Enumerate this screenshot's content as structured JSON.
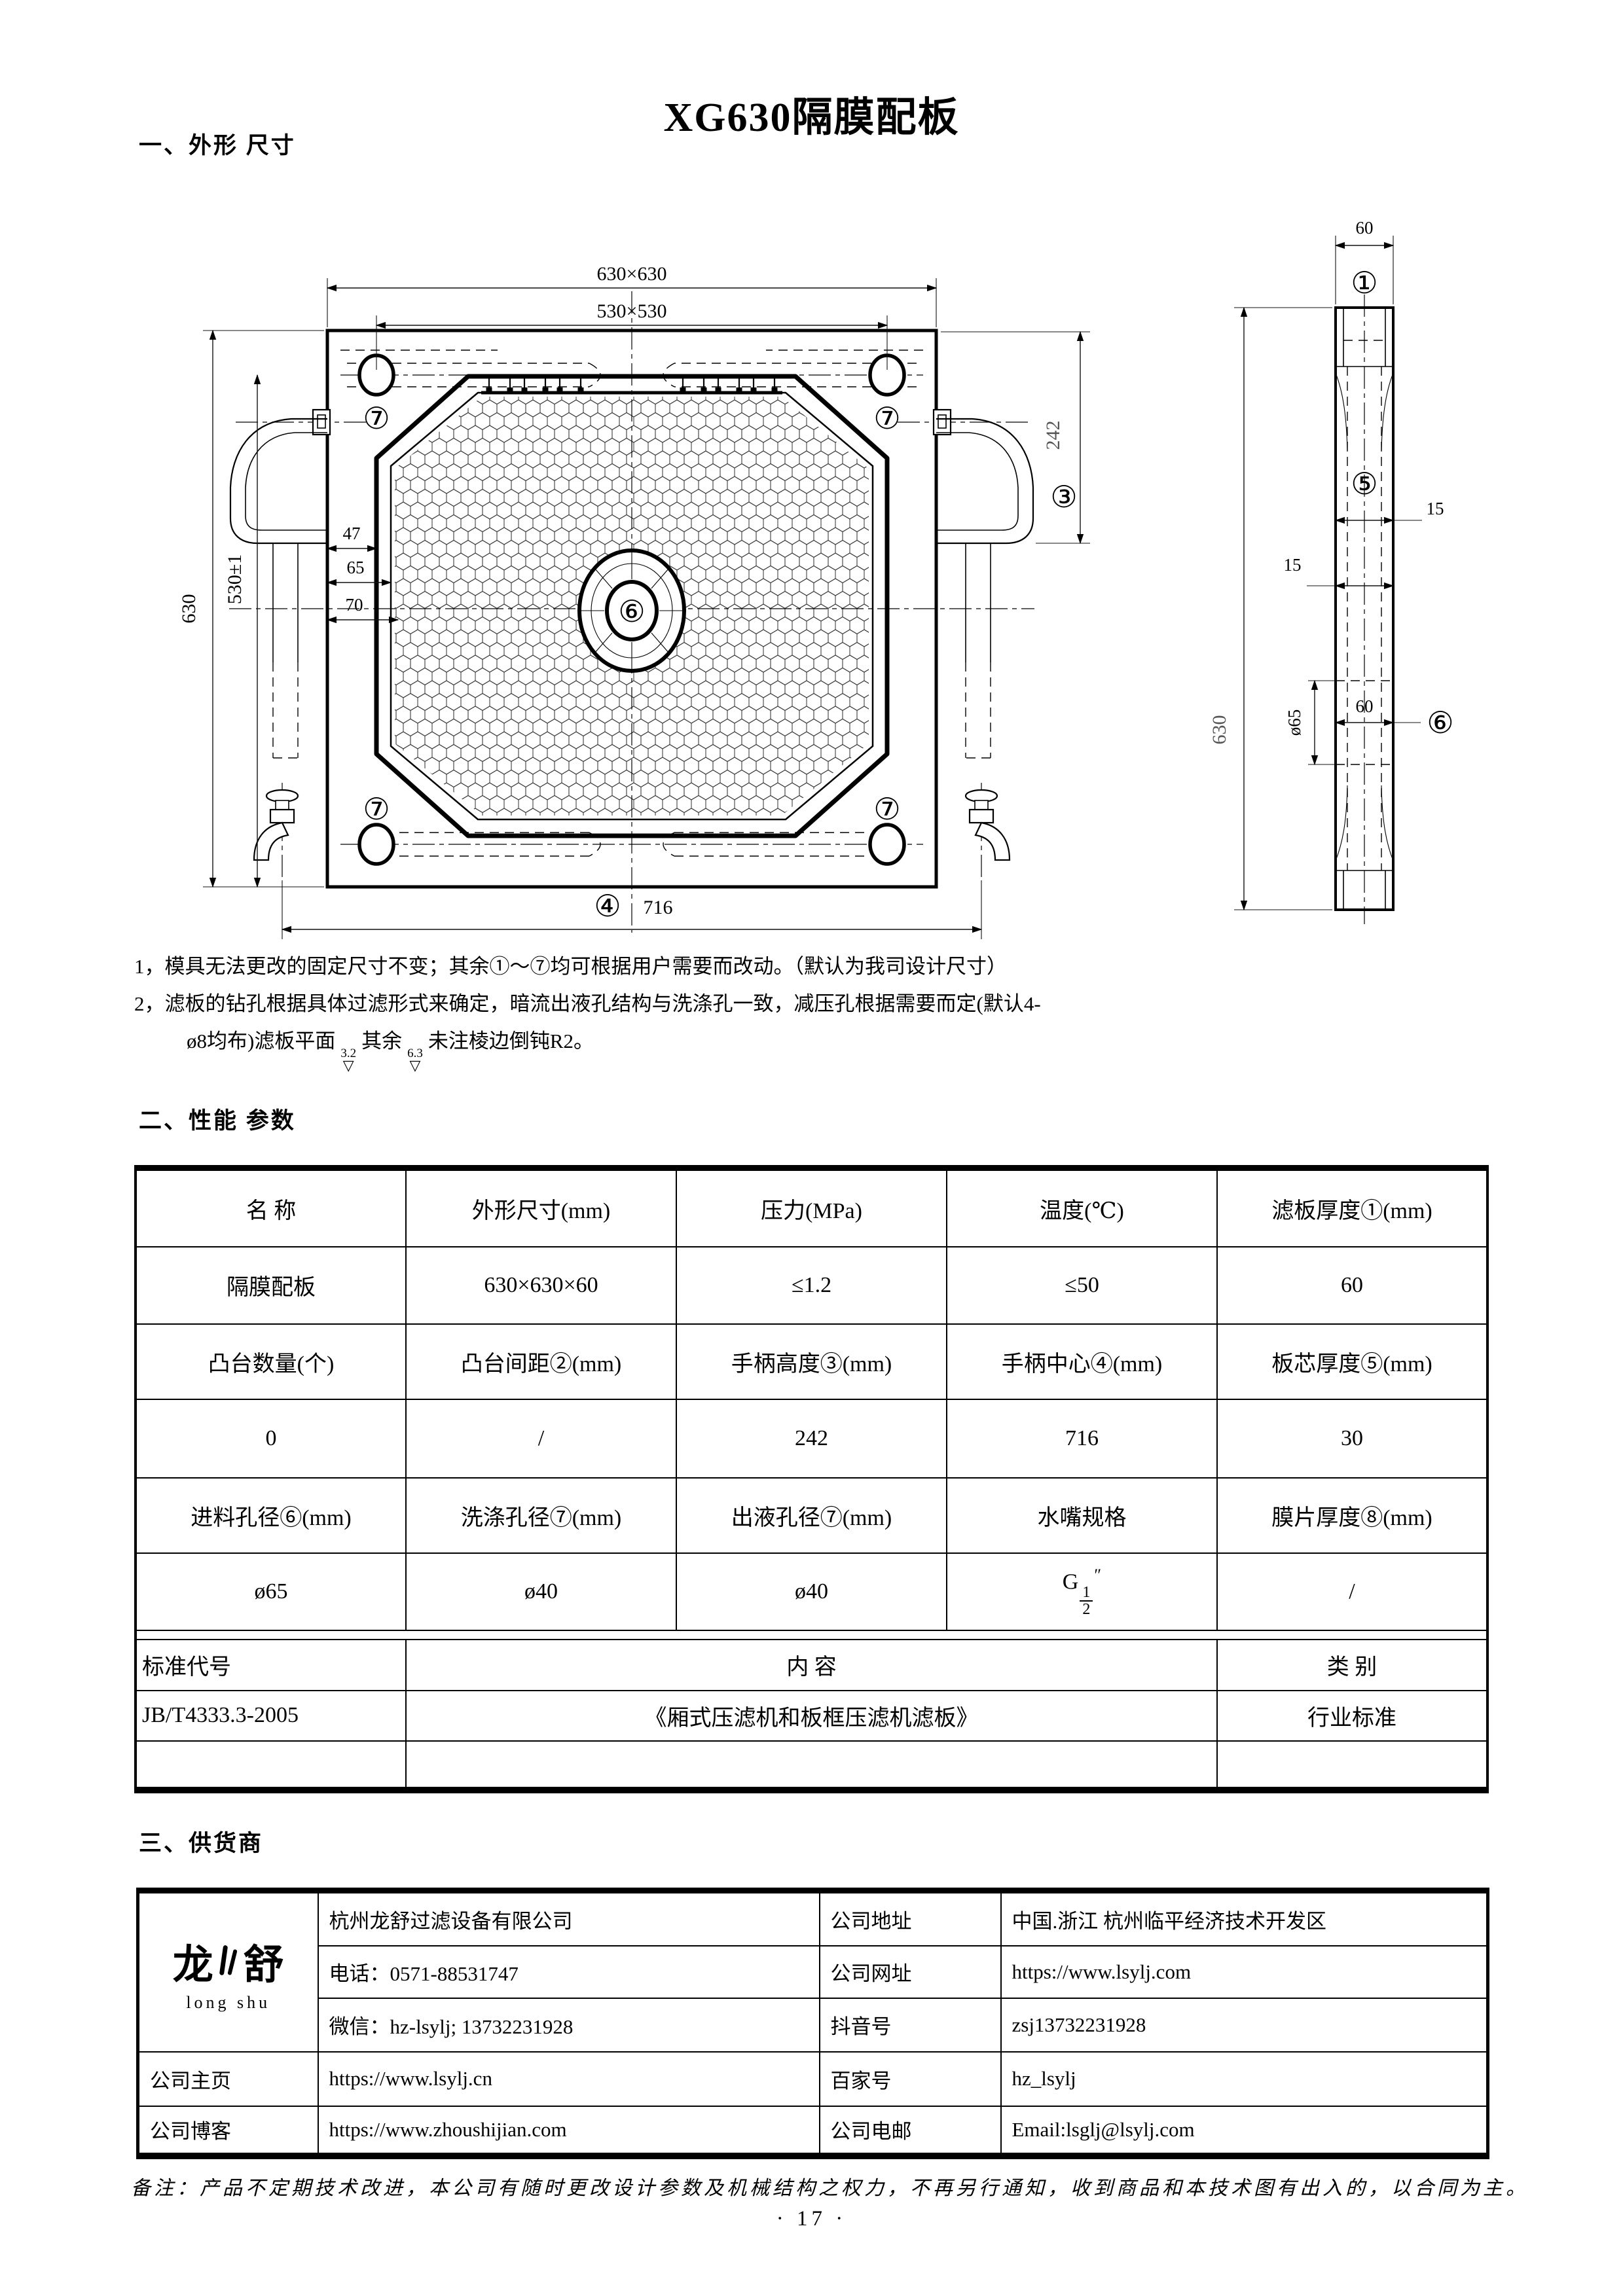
{
  "page": {
    "title": "XG630隔膜配板",
    "page_number": "· 17 ·",
    "footnote": "备注：产品不定期技术改进，本公司有随时更改设计参数及机械结构之权力，不再另行通知，收到商品和本技术图有出入的，以合同为主。"
  },
  "sections": {
    "s1": "一、外形 尺寸",
    "s2": "二、性能 参数",
    "s3": "三、供货商"
  },
  "notes": {
    "n1": "1，模具无法更改的固定尺寸不变；其余①～⑦均可根据用户需要而改动。（默认为我司设计尺寸）",
    "n2a": "2，滤板的钻孔根据具体过滤形式来确定，暗流出液孔结构与洗涤孔一致，减压孔根据需要而定(默认4-",
    "n2b_pre": "ø8均布)滤板平面",
    "r1": "3.2",
    "mid": "其余",
    "r2": "6.3",
    "tri": "▽",
    "n2b_post": "未注棱边倒钝R2。"
  },
  "drawing": {
    "front": {
      "d_outer": "630×630",
      "d_inner": "530×530",
      "d_left": "630",
      "d_left2": "530±1",
      "d47": "47",
      "d65": "65",
      "d70": "70",
      "d242": "242",
      "n3": "③",
      "n4": "④",
      "d716": "716",
      "n6": "⑥",
      "n7": "⑦"
    },
    "side": {
      "d60_top": "60",
      "n1": "①",
      "n5": "⑤",
      "d15_r": "15",
      "d15_l": "15",
      "d630": "630",
      "d_o65": "ø65",
      "d60_mid": "60",
      "n6": "⑥"
    }
  },
  "perf_table": {
    "r1": [
      "名  称",
      "外形尺寸(mm)",
      "压力(MPa)",
      "温度(℃)",
      "滤板厚度①(mm)"
    ],
    "r2": [
      "隔膜配板",
      "630×630×60",
      "≤1.2",
      "≤50",
      "60"
    ],
    "r3": [
      "凸台数量(个)",
      "凸台间距②(mm)",
      "手柄高度③(mm)",
      "手柄中心④(mm)",
      "板芯厚度⑤(mm)"
    ],
    "r4": [
      "0",
      "/",
      "242",
      "716",
      "30"
    ],
    "r5": [
      "进料孔径⑥(mm)",
      "洗涤孔径⑦(mm)",
      "出液孔径⑦(mm)",
      "水嘴规格",
      "膜片厚度⑧(mm)"
    ],
    "r6": [
      "ø65",
      "ø40",
      "ø40",
      "/"
    ],
    "nozzle": {
      "g": "G",
      "num": "1",
      "den": "2",
      "unit": "″"
    },
    "std_h": [
      "标准代号",
      "内      容",
      "类    别"
    ],
    "std_r": [
      "JB/T4333.3-2005",
      "《厢式压滤机和板框压滤机滤板》",
      "行业标准"
    ]
  },
  "supplier": {
    "logo_cn_1": "龙",
    "logo_cn_2": "舒",
    "logo_en": "long shu",
    "r1": [
      "杭州龙舒过滤设备有限公司",
      "公司地址",
      "中国.浙江 杭州临平经济技术开发区"
    ],
    "r2": [
      "电话：0571-88531747",
      "公司网址",
      "https://www.lsylj.com"
    ],
    "r3": [
      "微信：hz-lsylj; 13732231928",
      "抖音号",
      "zsj13732231928"
    ],
    "r4": [
      "公司主页",
      "https://www.lsylj.cn",
      "百家号",
      "hz_lsylj"
    ],
    "r5": [
      "公司博客",
      "https://www.zhoushijian.com",
      "公司电邮",
      "Email:lsglj@lsylj.com"
    ]
  }
}
